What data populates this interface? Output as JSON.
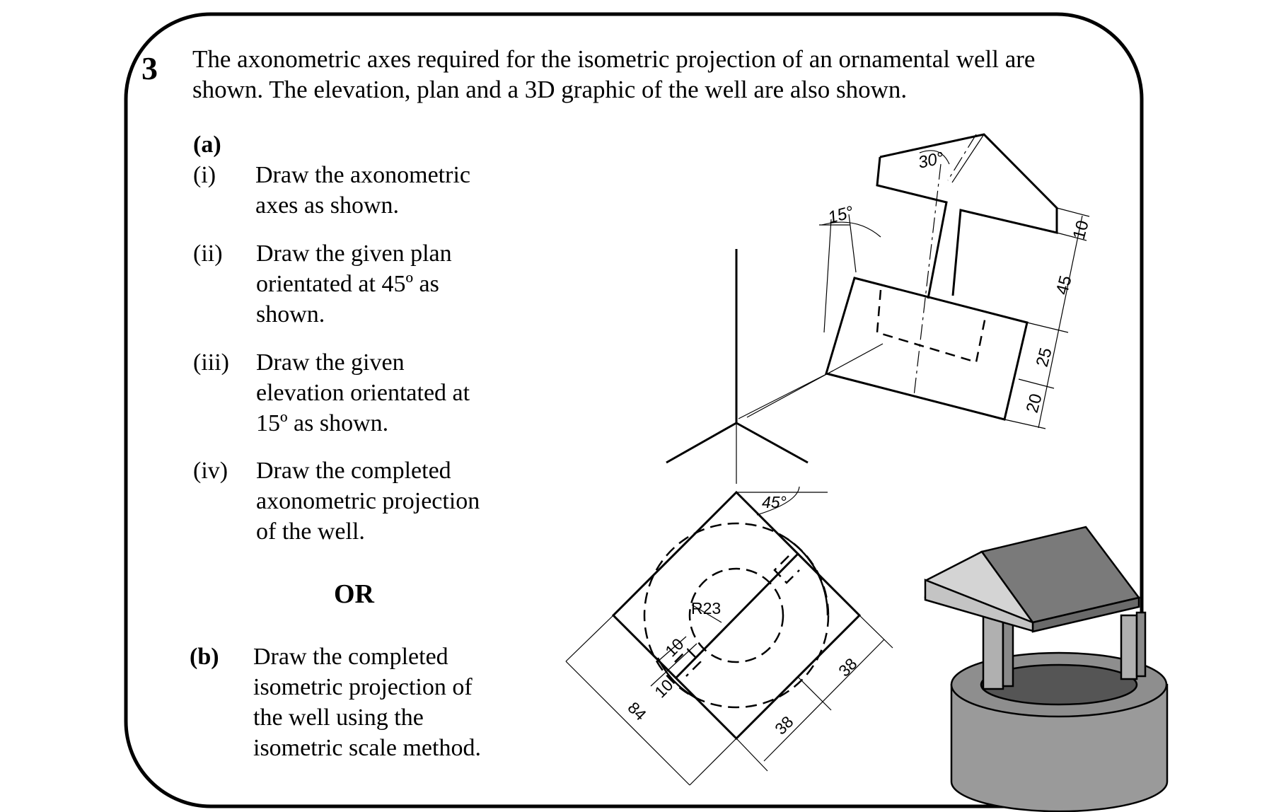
{
  "question": {
    "number": "3",
    "intro": [
      "The axonometric axes required for the isometric projection of an ornamental well are",
      "shown.  The elevation, plan and a 3D graphic of the well are also shown."
    ]
  },
  "part_a": {
    "label": "(a)",
    "items": [
      {
        "num": "(i)",
        "lines": [
          "Draw the axonometric",
          "axes as shown."
        ]
      },
      {
        "num": "(ii)",
        "lines": [
          "Draw the given plan",
          "orientated at 45º as",
          "shown."
        ]
      },
      {
        "num": "(iii)",
        "lines": [
          "Draw the given",
          "elevation orientated at",
          "15º as shown."
        ]
      },
      {
        "num": "(iv)",
        "lines": [
          "Draw the completed",
          "axonometric projection",
          "of the well."
        ]
      }
    ]
  },
  "or_label": "OR",
  "part_b": {
    "label": "(b)",
    "lines": [
      "Draw the completed",
      "isometric projection of",
      "the well using the",
      "isometric scale method."
    ]
  },
  "drawing": {
    "elevation": {
      "angle": "30°",
      "tilt": "15°",
      "dims": [
        "10",
        "45",
        "25",
        "20"
      ]
    },
    "plan": {
      "angle": "45°",
      "radius": "R23",
      "dims": [
        "10",
        "10",
        "84",
        "38",
        "38"
      ]
    }
  },
  "colors": {
    "roof_light": "#d4d4d4",
    "roof_dark": "#7a7a7a",
    "body": "#9a9a9a",
    "post": "#b0b0b0",
    "inner": "#555555"
  }
}
